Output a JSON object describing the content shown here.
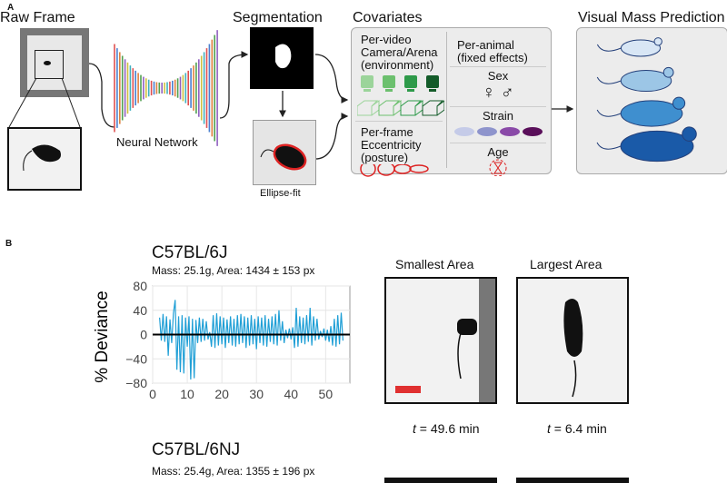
{
  "panel_a": {
    "label": "A",
    "raw_frame": "Raw Frame",
    "neural_network": "Neural Network",
    "segmentation": "Segmentation",
    "ellipse_fit": "Ellipse-fit",
    "covariates": "Covariates",
    "visual_mass_prediction": "Visual Mass Prediction",
    "cov": {
      "per_video": "Per-video",
      "camera_arena": "Camera/Arena",
      "environment": "(environment)",
      "per_frame": "Per-frame",
      "eccentricity": "Eccentricity",
      "posture": "(posture)",
      "per_animal": "Per-animal",
      "fixed_effects": "(fixed effects)",
      "sex": "Sex",
      "sex_symbols": "♀ ♂",
      "strain": "Strain",
      "age": "Age"
    },
    "colors": {
      "camera": [
        "#9bd49a",
        "#6cc06e",
        "#2e9a4a",
        "#145c2a"
      ],
      "strain": [
        "#c5cbe8",
        "#8e94cc",
        "#8a4aa8",
        "#5a0f5a"
      ],
      "mice": [
        "#d8e6f5",
        "#9cc6e6",
        "#3f8fcf",
        "#1a5aa8"
      ]
    }
  },
  "panel_b": {
    "label": "B",
    "strain1": {
      "name": "C57BL/6J",
      "stats": "Mass: 25.1g, Area: 1434 ± 153 px",
      "smallest": "Smallest Area",
      "largest": "Largest Area",
      "t_small": "49.6 min",
      "t_large": "6.4 min",
      "t_var": "t",
      "eq": " = "
    },
    "strain2": {
      "name": "C57BL/6NJ",
      "stats": "Mass: 25.4g, Area: 1355 ± 196 px"
    }
  },
  "chart_data": {
    "type": "line",
    "ylabel": "% Deviance",
    "xlim": [
      0,
      57
    ],
    "ylim": [
      -80,
      80
    ],
    "xticks": [
      "0",
      "10",
      "20",
      "30",
      "40",
      "50"
    ],
    "yticks": [
      "80",
      "40",
      "0",
      "−40",
      "−80"
    ],
    "grid": true,
    "color": "#1f9fd6",
    "x": [
      2,
      2.5,
      3,
      3.5,
      4,
      4.5,
      5,
      5.5,
      6,
      6.5,
      7,
      7.5,
      8,
      8.5,
      9,
      9.5,
      10,
      10.5,
      11,
      11.5,
      12,
      12.5,
      13,
      13.5,
      14,
      14.5,
      15,
      15.5,
      16,
      16.5,
      17,
      17.5,
      18,
      18.5,
      19,
      19.5,
      20,
      20.5,
      21,
      21.5,
      22,
      22.5,
      23,
      23.5,
      24,
      24.5,
      25,
      25.5,
      26,
      26.5,
      27,
      27.5,
      28,
      28.5,
      29,
      29.5,
      30,
      30.5,
      31,
      31.5,
      32,
      32.5,
      33,
      33.5,
      34,
      34.5,
      35,
      35.5,
      36,
      36.5,
      37,
      37.5,
      38,
      38.5,
      39,
      39.5,
      40,
      40.5,
      41,
      41.5,
      42,
      42.5,
      43,
      43.5,
      44,
      44.5,
      45,
      45.5,
      46,
      46.5,
      47,
      47.5,
      48,
      48.5,
      49,
      49.5,
      50,
      50.5,
      51,
      51.5,
      52,
      52.5,
      53,
      53.5,
      54,
      54.5,
      55
    ],
    "y": [
      28,
      -10,
      34,
      -12,
      30,
      -35,
      25,
      -14,
      35,
      57,
      -58,
      30,
      -62,
      32,
      -64,
      28,
      -20,
      30,
      -74,
      26,
      -72,
      24,
      -14,
      28,
      -12,
      26,
      -10,
      22,
      -8,
      4,
      -20,
      32,
      -22,
      35,
      -18,
      30,
      -16,
      28,
      -22,
      25,
      -14,
      30,
      -18,
      26,
      -20,
      32,
      -16,
      34,
      -14,
      30,
      -22,
      28,
      -18,
      32,
      -16,
      26,
      -24,
      30,
      -14,
      28,
      -18,
      32,
      -20,
      26,
      -12,
      30,
      -16,
      34,
      -18,
      40,
      -10,
      22,
      -14,
      8,
      -6,
      10,
      -8,
      12,
      -22,
      44,
      -20,
      30,
      -14,
      28,
      -16,
      32,
      -12,
      44,
      -18,
      30,
      -10,
      26,
      -8,
      6,
      -4,
      10,
      -10,
      8,
      -12,
      14,
      -18,
      26,
      -20,
      32,
      -16,
      36,
      -10
    ]
  }
}
